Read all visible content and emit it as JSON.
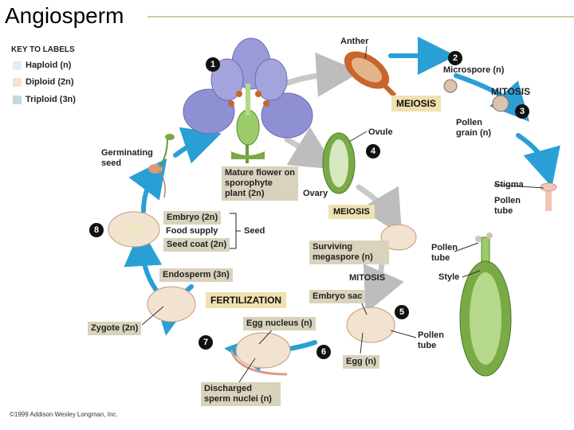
{
  "title": "Angiosperm",
  "key": {
    "heading": "KEY TO LABELS",
    "items": [
      {
        "label": "Haploid (n)",
        "color": "#e3edf2"
      },
      {
        "label": "Diploid (2n)",
        "color": "#f2e2d0"
      },
      {
        "label": "Triploid (3n)",
        "color": "#c5d8e0"
      }
    ]
  },
  "steps": [
    "1",
    "2",
    "3",
    "4",
    "5",
    "6",
    "7",
    "8"
  ],
  "stages": {
    "meiosis_top": "MEIOSIS",
    "mitosis_top": "MITOSIS",
    "meiosis_mid": "MEIOSIS",
    "mitosis_mid": "MITOSIS",
    "fertilization": "FERTILIZATION"
  },
  "labels": {
    "anther": "Anther",
    "microspore": "Microspore (n)",
    "pollen_grain": "Pollen grain (n)",
    "stigma": "Stigma",
    "pollen_tube_right": "Pollen tube",
    "pollen_tube_mid": "Pollen tube",
    "style": "Style",
    "pollen_tube_bottom": "Pollen tube",
    "ovule": "Ovule",
    "ovary": "Ovary",
    "mature_flower": "Mature flower on sporophyte plant (2n)",
    "germinating_seed": "Germinating seed",
    "embryo": "Embryo (2n)",
    "food_supply": "Food supply",
    "seed_coat": "Seed coat (2n)",
    "seed": "Seed",
    "endosperm": "Endosperm (3n)",
    "surviving_megaspore": "Surviving megaspore (n)",
    "embryo_sac": "Embryo sac",
    "egg_nucleus": "Egg nucleus (n)",
    "egg": "Egg (n)",
    "zygote": "Zygote (2n)",
    "discharged_sperm": "Discharged sperm nuclei (n)"
  },
  "colors": {
    "cycle_arrow": "#2a9fd6",
    "inner_arrow": "#bdbdbd",
    "petal": "#8f8fd4",
    "stem": "#6a9a3a",
    "anther": "#c8652a"
  },
  "copyright": "©1999 Addison Wesley Longman, Inc."
}
